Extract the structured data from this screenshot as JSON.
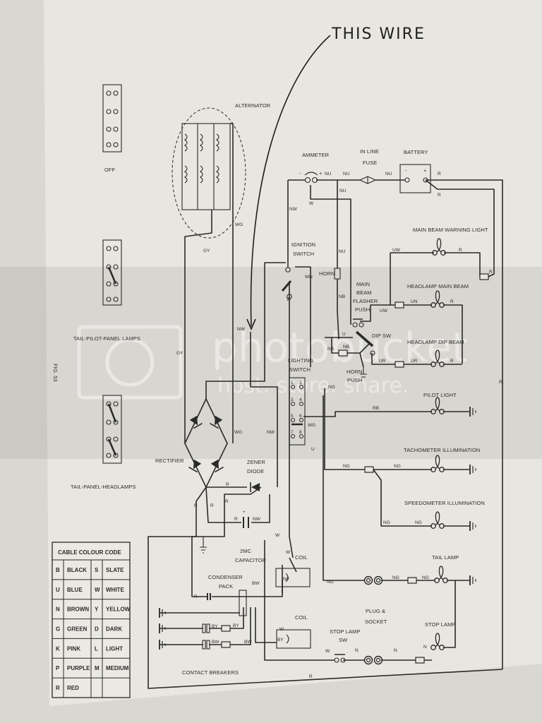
{
  "handwritten_note": "THIS WIRE",
  "figure_label": "FIG. 53",
  "switch_positions": [
    "OFF",
    "TAIL-PILOT-PANEL LAMPS",
    "TAIL-PANEL-HEADLAMPS"
  ],
  "components": {
    "alternator": "ALTERNATOR",
    "ammeter": "AMMETER",
    "fuse_1": "IN LINE",
    "fuse_2": "FUSE",
    "battery": "BATTERY",
    "main_beam_warning": "MAIN BEAM WARNING LIGHT",
    "ignition_1": "IGNITION",
    "ignition_2": "SWITCH",
    "horn": "HORN",
    "flasher_1": "MAIN",
    "flasher_2": "BEAM",
    "flasher_3": "FLASHER",
    "flasher_4": "PUSH",
    "headlamp_main": "HEADLAMP MAIN BEAM",
    "dip_switch": "DIP SW",
    "headlamp_dip": "HEADLAMP DIP BEAM",
    "lighting_1": "LIGHTING",
    "lighting_2": "SWITCH",
    "horn_push_1": "HORN",
    "horn_push_2": "PUSH",
    "pilot_light": "PILOT LIGHT",
    "tachometer": "TACHOMETER ILLUMINATION",
    "speedometer": "SPEEDOMETER ILLUMINATION",
    "rectifier": "RECTIFIER",
    "zener_1": "ZENER",
    "zener_2": "DIODE",
    "capacitor_1": "2MC",
    "capacitor_2": "CAPACITOR",
    "coil_1": "COIL",
    "condenser_1": "CONDENSER",
    "condenser_2": "PACK",
    "coil_2": "COIL",
    "plug_1": "PLUG &",
    "plug_2": "SOCKET",
    "tail_lamp": "TAIL LAMP",
    "stop_sw_1": "STOP LAMP",
    "stop_sw_2": "SW",
    "stop_lamp": "STOP LAMP",
    "contact_breakers": "CONTACT BREAKERS"
  },
  "ammeter_signs": [
    "-",
    "+"
  ],
  "battery_signs": [
    "-",
    "+"
  ],
  "capacitor_sign": "+",
  "lighting_switch_terminals": [
    "1",
    "2",
    "3",
    "4",
    "5",
    "6",
    "7",
    "8"
  ],
  "wire_codes": [
    "NU",
    "NU",
    "NU",
    "NU",
    "R",
    "R",
    "W",
    "NW",
    "WG",
    "GY",
    "NU",
    "UW",
    "R",
    "R",
    "WN",
    "NB",
    "W",
    "UW",
    "UN",
    "R",
    "U",
    "NB",
    "NB",
    "UR",
    "UR",
    "R",
    "NW",
    "GY",
    "NG",
    "WG",
    "U",
    "RB",
    "WG",
    "NW",
    "R",
    "NG",
    "NG",
    "NG",
    "R",
    "R",
    "R",
    "R",
    "R",
    "NW",
    "W",
    "W",
    "BW",
    "BW",
    "R",
    "BY",
    "BY",
    "BW",
    "BW",
    "W",
    "BY",
    "NG",
    "NG",
    "NG",
    "W",
    "N",
    "N",
    "N",
    "R",
    "NG"
  ],
  "colour_code": {
    "title": "CABLE COLOUR CODE",
    "rows": [
      [
        "B",
        "BLACK",
        "S",
        "SLATE"
      ],
      [
        "U",
        "BLUE",
        "W",
        "WHITE"
      ],
      [
        "N",
        "BROWN",
        "Y",
        "YELLOW"
      ],
      [
        "G",
        "GREEN",
        "D",
        "DARK"
      ],
      [
        "K",
        "PINK",
        "L",
        "LIGHT"
      ],
      [
        "P",
        "PURPLE",
        "M",
        "MEDIUM"
      ],
      [
        "R",
        "RED",
        "",
        ""
      ]
    ]
  },
  "watermark": {
    "brand": "photobucket",
    "tagline": "host. store. share."
  },
  "colors": {
    "paper": "#e8e6e0",
    "ink": "#2a2a2a",
    "background": "#d9d7d1"
  }
}
